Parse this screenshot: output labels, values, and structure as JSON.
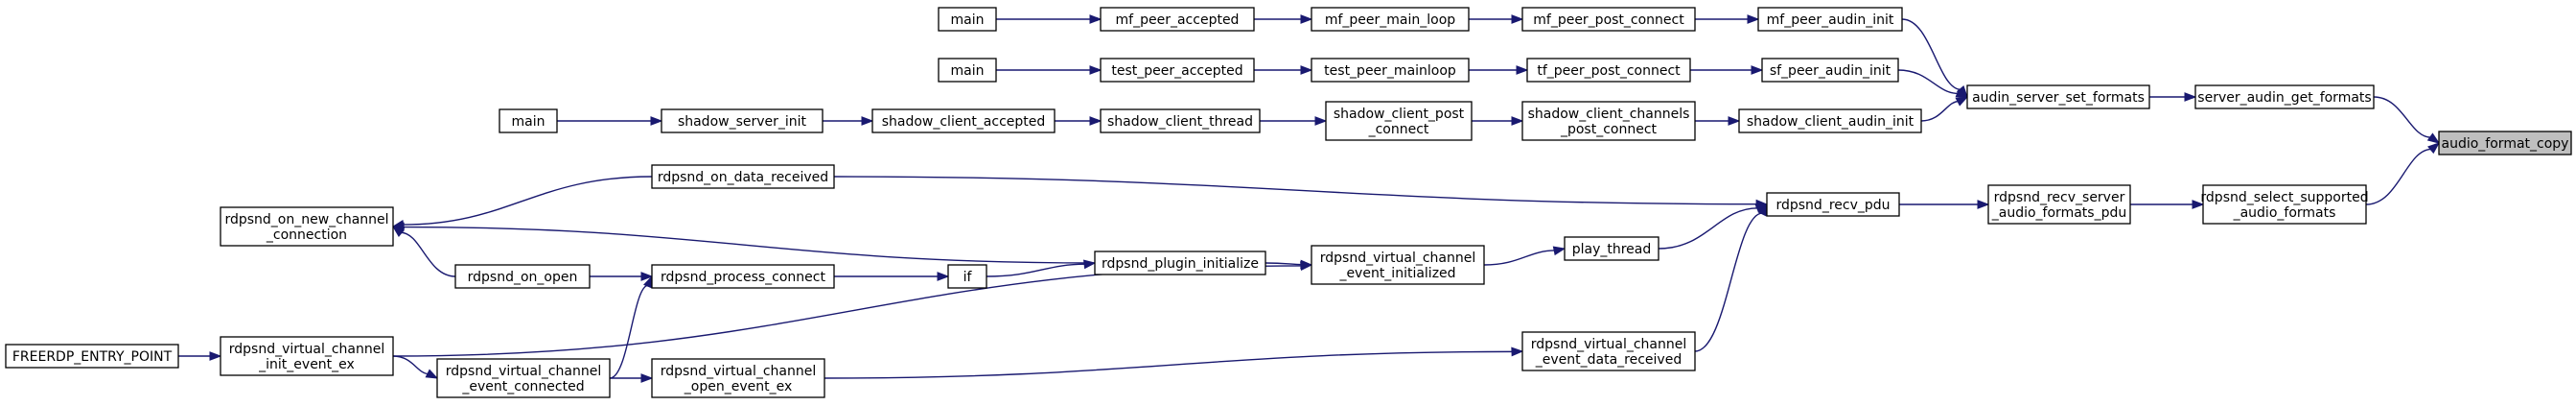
{
  "nodes": [
    {
      "id": "audio_format_copy",
      "lines": [
        "audio_format_copy"
      ]
    },
    {
      "id": "server_audin_get_formats",
      "lines": [
        "server_audin_get_formats"
      ]
    },
    {
      "id": "rdpsnd_select_supported_audio_formats",
      "lines": [
        "rdpsnd_select_supported",
        "_audio_formats"
      ]
    },
    {
      "id": "audin_server_set_formats",
      "lines": [
        "audin_server_set_formats"
      ]
    },
    {
      "id": "rdpsnd_recv_server_audio_formats_pdu",
      "lines": [
        "rdpsnd_recv_server",
        "_audio_formats_pdu"
      ]
    },
    {
      "id": "mf_peer_audin_init",
      "lines": [
        "mf_peer_audin_init"
      ]
    },
    {
      "id": "sf_peer_audin_init",
      "lines": [
        "sf_peer_audin_init"
      ]
    },
    {
      "id": "shadow_client_audin_init",
      "lines": [
        "shadow_client_audin_init"
      ]
    },
    {
      "id": "rdpsnd_recv_pdu",
      "lines": [
        "rdpsnd_recv_pdu"
      ]
    },
    {
      "id": "mf_peer_post_connect",
      "lines": [
        "mf_peer_post_connect"
      ]
    },
    {
      "id": "tf_peer_post_connect",
      "lines": [
        "tf_peer_post_connect"
      ]
    },
    {
      "id": "shadow_client_channels_post_connect",
      "lines": [
        "shadow_client_channels",
        "_post_connect"
      ]
    },
    {
      "id": "play_thread",
      "lines": [
        "play_thread"
      ]
    },
    {
      "id": "rdpsnd_virtual_channel_event_data_received",
      "lines": [
        "rdpsnd_virtual_channel",
        "_event_data_received"
      ]
    },
    {
      "id": "mf_peer_main_loop",
      "lines": [
        "mf_peer_main_loop"
      ]
    },
    {
      "id": "test_peer_mainloop",
      "lines": [
        "test_peer_mainloop"
      ]
    },
    {
      "id": "shadow_client_post_connect",
      "lines": [
        "shadow_client_post",
        "_connect"
      ]
    },
    {
      "id": "rdpsnd_virtual_channel_event_initialized",
      "lines": [
        "rdpsnd_virtual_channel",
        "_event_initialized"
      ]
    },
    {
      "id": "mf_peer_accepted",
      "lines": [
        "mf_peer_accepted"
      ]
    },
    {
      "id": "test_peer_accepted",
      "lines": [
        "test_peer_accepted"
      ]
    },
    {
      "id": "shadow_client_thread",
      "lines": [
        "shadow_client_thread"
      ]
    },
    {
      "id": "rdpsnd_plugin_initialize",
      "lines": [
        "rdpsnd_plugin_initialize"
      ]
    },
    {
      "id": "main1",
      "lines": [
        "main"
      ]
    },
    {
      "id": "main2",
      "lines": [
        "main"
      ]
    },
    {
      "id": "shadow_client_accepted",
      "lines": [
        "shadow_client_accepted"
      ]
    },
    {
      "id": "if",
      "lines": [
        "if"
      ]
    },
    {
      "id": "shadow_server_init",
      "lines": [
        "shadow_server_init"
      ]
    },
    {
      "id": "rdpsnd_on_data_received",
      "lines": [
        "rdpsnd_on_data_received"
      ]
    },
    {
      "id": "rdpsnd_process_connect",
      "lines": [
        "rdpsnd_process_connect"
      ]
    },
    {
      "id": "rdpsnd_virtual_channel_event_connected",
      "lines": [
        "rdpsnd_virtual_channel",
        "_event_connected"
      ]
    },
    {
      "id": "rdpsnd_virtual_channel_open_event_ex",
      "lines": [
        "rdpsnd_virtual_channel",
        "_open_event_ex"
      ]
    },
    {
      "id": "main3",
      "lines": [
        "main"
      ]
    },
    {
      "id": "rdpsnd_on_open",
      "lines": [
        "rdpsnd_on_open"
      ]
    },
    {
      "id": "rdpsnd_on_new_channel_connection",
      "lines": [
        "rdpsnd_on_new_channel",
        "_connection"
      ]
    },
    {
      "id": "rdpsnd_virtual_channel_init_event_ex",
      "lines": [
        "rdpsnd_virtual_channel",
        "_init_event_ex"
      ]
    },
    {
      "id": "FREERDP_ENTRY_POINT",
      "lines": [
        "FREERDP_ENTRY_POINT"
      ]
    }
  ],
  "edges": [
    {
      "from": "server_audin_get_formats",
      "to": "audio_format_copy"
    },
    {
      "from": "rdpsnd_select_supported_audio_formats",
      "to": "audio_format_copy"
    },
    {
      "from": "audin_server_set_formats",
      "to": "server_audin_get_formats"
    },
    {
      "from": "rdpsnd_recv_server_audio_formats_pdu",
      "to": "rdpsnd_select_supported_audio_formats"
    },
    {
      "from": "mf_peer_audin_init",
      "to": "audin_server_set_formats"
    },
    {
      "from": "sf_peer_audin_init",
      "to": "audin_server_set_formats"
    },
    {
      "from": "shadow_client_audin_init",
      "to": "audin_server_set_formats"
    },
    {
      "from": "rdpsnd_recv_pdu",
      "to": "rdpsnd_recv_server_audio_formats_pdu"
    },
    {
      "from": "mf_peer_post_connect",
      "to": "mf_peer_audin_init"
    },
    {
      "from": "tf_peer_post_connect",
      "to": "sf_peer_audin_init"
    },
    {
      "from": "shadow_client_channels_post_connect",
      "to": "shadow_client_audin_init"
    },
    {
      "from": "rdpsnd_on_data_received",
      "to": "rdpsnd_recv_pdu"
    },
    {
      "from": "play_thread",
      "to": "rdpsnd_recv_pdu"
    },
    {
      "from": "rdpsnd_virtual_channel_event_data_received",
      "to": "rdpsnd_recv_pdu"
    },
    {
      "from": "mf_peer_main_loop",
      "to": "mf_peer_post_connect"
    },
    {
      "from": "test_peer_mainloop",
      "to": "tf_peer_post_connect"
    },
    {
      "from": "shadow_client_post_connect",
      "to": "shadow_client_channels_post_connect"
    },
    {
      "from": "rdpsnd_virtual_channel_event_initialized",
      "to": "play_thread"
    },
    {
      "from": "rdpsnd_virtual_channel_open_event_ex",
      "to": "rdpsnd_virtual_channel_event_data_received"
    },
    {
      "from": "mf_peer_accepted",
      "to": "mf_peer_main_loop"
    },
    {
      "from": "test_peer_accepted",
      "to": "test_peer_mainloop"
    },
    {
      "from": "shadow_client_thread",
      "to": "shadow_client_post_connect"
    },
    {
      "from": "rdpsnd_plugin_initialize",
      "to": "rdpsnd_virtual_channel_event_initialized"
    },
    {
      "from": "rdpsnd_virtual_channel_init_event_ex",
      "to": "rdpsnd_virtual_channel_event_initialized"
    },
    {
      "from": "main1",
      "to": "mf_peer_accepted"
    },
    {
      "from": "main2",
      "to": "test_peer_accepted"
    },
    {
      "from": "shadow_client_accepted",
      "to": "shadow_client_thread"
    },
    {
      "from": "if",
      "to": "rdpsnd_plugin_initialize"
    },
    {
      "from": "rdpsnd_plugin_initialize",
      "to": "rdpsnd_on_new_channel_connection"
    },
    {
      "from": "shadow_server_init",
      "to": "shadow_client_accepted"
    },
    {
      "from": "rdpsnd_process_connect",
      "to": "if"
    },
    {
      "from": "main3",
      "to": "shadow_server_init"
    },
    {
      "from": "rdpsnd_on_data_received",
      "to": "rdpsnd_on_new_channel_connection"
    },
    {
      "from": "rdpsnd_on_open",
      "to": "rdpsnd_process_connect"
    },
    {
      "from": "rdpsnd_virtual_channel_event_connected",
      "to": "rdpsnd_process_connect"
    },
    {
      "from": "rdpsnd_virtual_channel_event_connected",
      "to": "rdpsnd_virtual_channel_open_event_ex"
    },
    {
      "from": "rdpsnd_on_open",
      "to": "rdpsnd_on_new_channel_connection"
    },
    {
      "from": "rdpsnd_virtual_channel_init_event_ex",
      "to": "rdpsnd_virtual_channel_event_connected"
    },
    {
      "from": "FREERDP_ENTRY_POINT",
      "to": "rdpsnd_virtual_channel_init_event_ex"
    }
  ],
  "colors": {
    "node_fill": "#ffffff",
    "root_fill": "#bfbfbf",
    "node_stroke": "#000000",
    "edge": "#191970"
  }
}
